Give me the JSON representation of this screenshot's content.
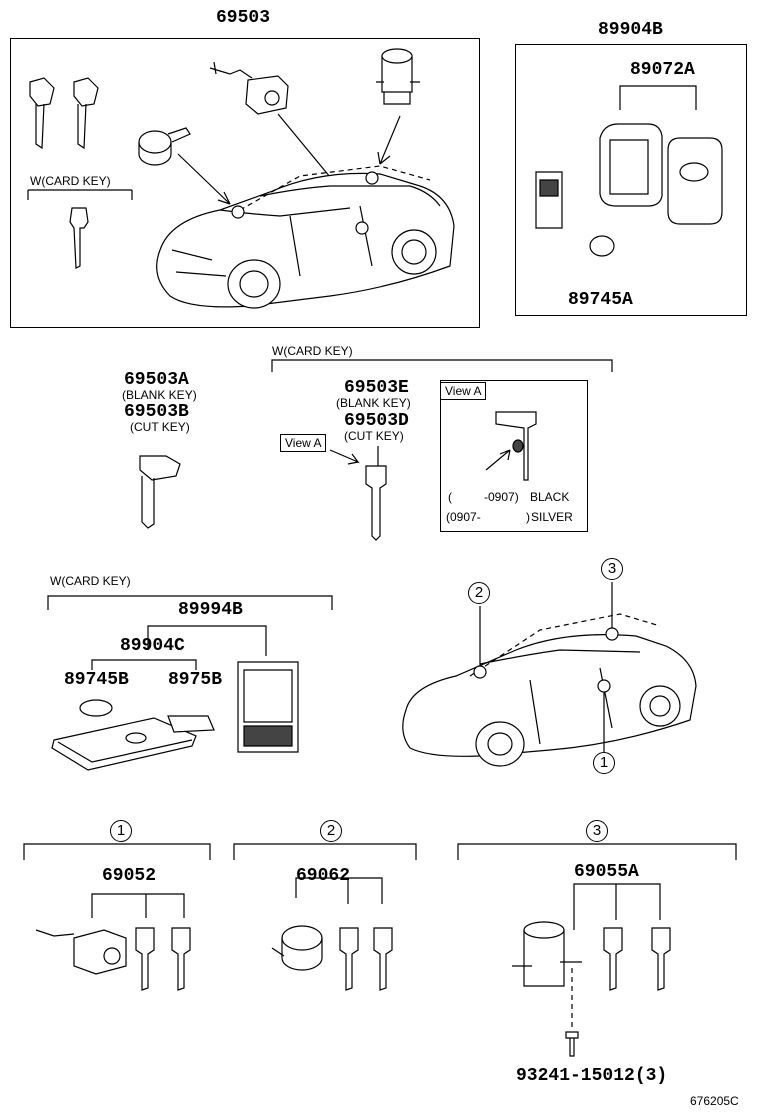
{
  "sections": {
    "top_left": {
      "part": "69503",
      "card_key_label": "W(CARD KEY)"
    },
    "top_right": {
      "part": "89904B",
      "sub_part": "89072A",
      "battery_part": "89745A"
    },
    "mid_left": {
      "part_a": "69503A",
      "note_a": "(BLANK KEY)",
      "part_b": "69503B",
      "note_b": "(CUT KEY)"
    },
    "mid_center": {
      "group_label": "W(CARD KEY)",
      "part_e": "69503E",
      "note_e": "(BLANK KEY)",
      "part_d": "69503D",
      "note_d": "(CUT KEY)",
      "view_tag": "View A"
    },
    "view_a": {
      "title": "View A",
      "row1_open": "(",
      "row1_range": "-0907)",
      "row1_color": "BLACK",
      "row2_open": "(0907-",
      "row2_close": ")",
      "row2_color": "SILVER"
    },
    "mid_lower_left": {
      "group_label": "W(CARD KEY)",
      "part": "89994B",
      "sub_part": "89904C",
      "battery_part": "89745B",
      "cover_part": "8975B"
    },
    "car_callouts": [
      "2",
      "3",
      "1"
    ],
    "bottom": [
      {
        "callout": "1",
        "part": "69052"
      },
      {
        "callout": "2",
        "part": "69062"
      },
      {
        "callout": "3",
        "part": "69055A",
        "screw": "93241-15012(3)"
      }
    ],
    "figure_code": "676205C"
  }
}
